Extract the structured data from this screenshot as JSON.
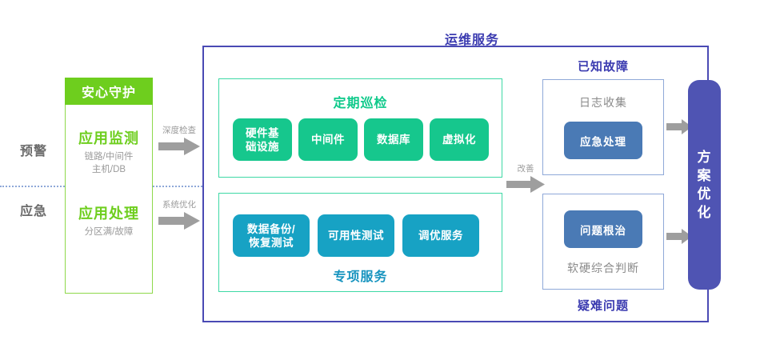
{
  "diagram": {
    "title": "运维服务",
    "left_axis": {
      "rows": [
        {
          "label": "预警"
        },
        {
          "label": "应急"
        }
      ]
    },
    "left_card": {
      "header": "安心守护",
      "rows": [
        {
          "title": "应用监测",
          "sub_line1": "链路/中间件",
          "sub_line2": "主机/DB"
        },
        {
          "title": "应用处理",
          "sub_line1": "分区满/故障",
          "sub_line2": ""
        }
      ]
    },
    "connectors": [
      {
        "label": "深度检查"
      },
      {
        "label": "系统优化"
      },
      {
        "label": "改善"
      }
    ],
    "middle": {
      "top_panel": {
        "title": "定期巡检",
        "title_position": "top",
        "items": [
          {
            "line1": "硬件基",
            "line2": "础设施"
          },
          {
            "line1": "中间件",
            "line2": ""
          },
          {
            "line1": "数据库",
            "line2": ""
          },
          {
            "line1": "虚拟化",
            "line2": ""
          }
        ]
      },
      "bottom_panel": {
        "title": "专项服务",
        "title_position": "bottom",
        "items": [
          {
            "line1": "数据备份/",
            "line2": "恢复测试"
          },
          {
            "line1": "可用性测试",
            "line2": ""
          },
          {
            "line1": "调优服务",
            "line2": ""
          }
        ]
      }
    },
    "right": {
      "top_group": {
        "caption": "已知故障",
        "caption_position": "top",
        "inner_label": "日志收集",
        "inner_label_position": "top",
        "button": "应急处理"
      },
      "bottom_group": {
        "caption": "疑难问题",
        "caption_position": "bottom",
        "inner_label": "软硬综合判断",
        "inner_label_position": "bottom",
        "button": "问题根治"
      }
    },
    "outcome_bar": {
      "lines": [
        "方",
        "案",
        "优",
        "化"
      ]
    },
    "colors": {
      "bright_green": "#6ece1e",
      "teal_green": "#16c78d",
      "cyan_blue": "#17a2c4",
      "steel_blue": "#4a7ab5",
      "purple": "#4a4ab4",
      "purple_bar": "#4f54b3",
      "arrow_grey": "#9e9e9e",
      "muted_text": "#9b9b9b"
    }
  }
}
